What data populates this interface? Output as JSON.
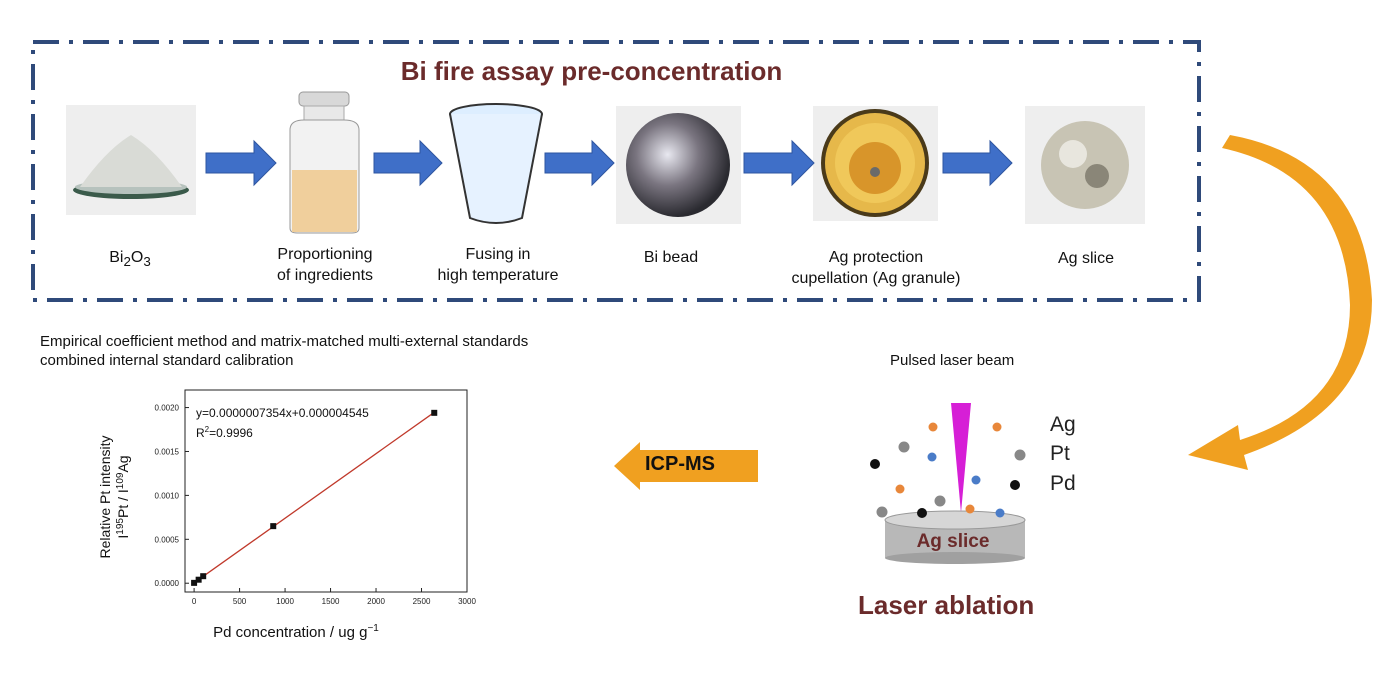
{
  "title": "Bi fire assay pre-concentration",
  "steps": [
    {
      "label": "Bi2O3",
      "icon": "bi2o3-powder-image"
    },
    {
      "label": "Proportioning\nof ingredients",
      "icon": "reagent-jar-image"
    },
    {
      "label": "Fusing in\nhigh temperature",
      "icon": "crucible-image"
    },
    {
      "label": "Bi bead",
      "icon": "bi-bead-image"
    },
    {
      "label": "Ag protection\ncupellation (Ag granule)",
      "icon": "cupel-image"
    },
    {
      "label": "Ag slice",
      "icon": "ag-slice-image"
    }
  ],
  "calibration_note": {
    "line1": "Empirical coefficient method and matrix-matched multi-external standards",
    "line2": "combined internal standard calibration"
  },
  "laser": {
    "beam_label": "Pulsed laser beam",
    "legend": [
      "Ag",
      "Pt",
      "Pd"
    ],
    "slice_label": "Ag slice",
    "caption": "Laser ablation"
  },
  "icp_label": "ICP-MS",
  "colors": {
    "frame": "#2f4a7a",
    "arrow": "#3f6fc8",
    "orange_arrow": "#f0a020",
    "title": "#6b2b2b",
    "beam": "#d61fd6",
    "ag_dot": "#e8873a",
    "pt_dot": "#888888",
    "pd_dot": "#111111",
    "blue_dot": "#4a7cc8",
    "fit_line": "#c0392b"
  },
  "chart_data": {
    "type": "scatter",
    "title": "",
    "equation": "y=0.0000007354x+0.000004545",
    "r2": "R2=0.9996",
    "xlabel": "Pd concentration / ug g-1",
    "ylabel": "Relative Pt intensity I195Pt / I109Ag",
    "xlim": [
      -100,
      3000
    ],
    "ylim": [
      -0.0001,
      0.0022
    ],
    "x_ticks": [
      "0",
      "500",
      "1000",
      "1500",
      "2000",
      "2500",
      "3000"
    ],
    "y_ticks": [
      "0.0000",
      "0.0005",
      "0.0010",
      "0.0015",
      "0.0020"
    ],
    "points": [
      {
        "x": 0,
        "y": 4e-06
      },
      {
        "x": 50,
        "y": 4e-05
      },
      {
        "x": 100,
        "y": 8e-05
      },
      {
        "x": 870,
        "y": 0.00065
      },
      {
        "x": 2640,
        "y": 0.00194
      }
    ],
    "fit": {
      "slope": 7.354e-07,
      "intercept": 4.545e-06
    }
  }
}
